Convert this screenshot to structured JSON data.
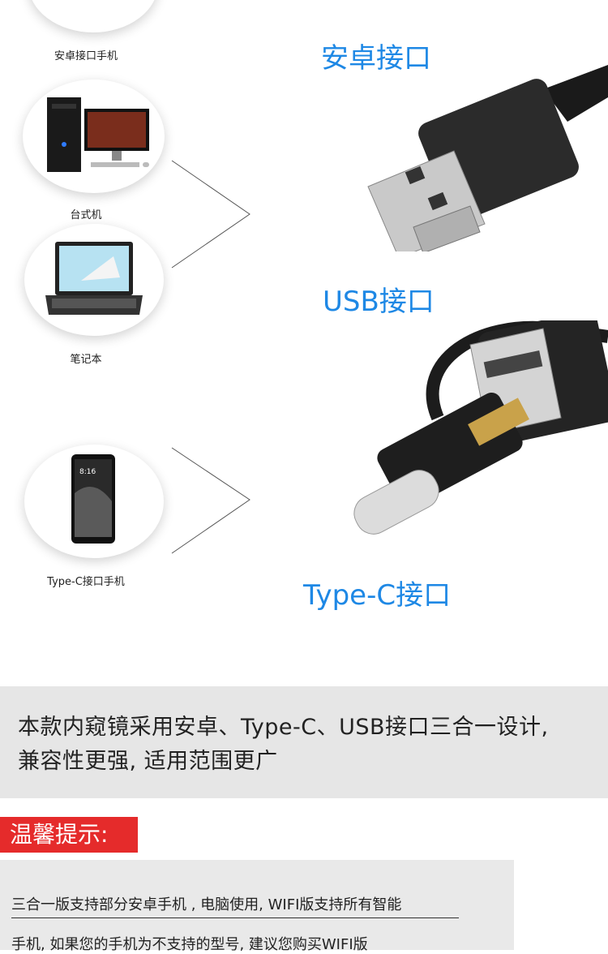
{
  "devices": [
    {
      "label": "安卓接口手机"
    },
    {
      "label": "台式机"
    },
    {
      "label": "笔记本"
    },
    {
      "label": "Type-C接口手机"
    }
  ],
  "ports": {
    "android": "安卓接口",
    "usb": "USB接口",
    "typec": "Type-C接口"
  },
  "banner": {
    "line1": "本款内窥镜采用安卓、Type-C、USB接口三合一设计,",
    "line2": "兼容性更强, 适用范围更广"
  },
  "tip": {
    "title": "温馨提示:",
    "line1": "三合一版支持部分安卓手机 , 电脑使用, WIFI版支持所有智能",
    "line2": "手机, 如果您的手机为不支持的型号, 建议您购买WIFI版"
  },
  "colors": {
    "accent": "#1e88e5",
    "tip_red": "#e52b2b",
    "band": "#e6e6e6"
  }
}
